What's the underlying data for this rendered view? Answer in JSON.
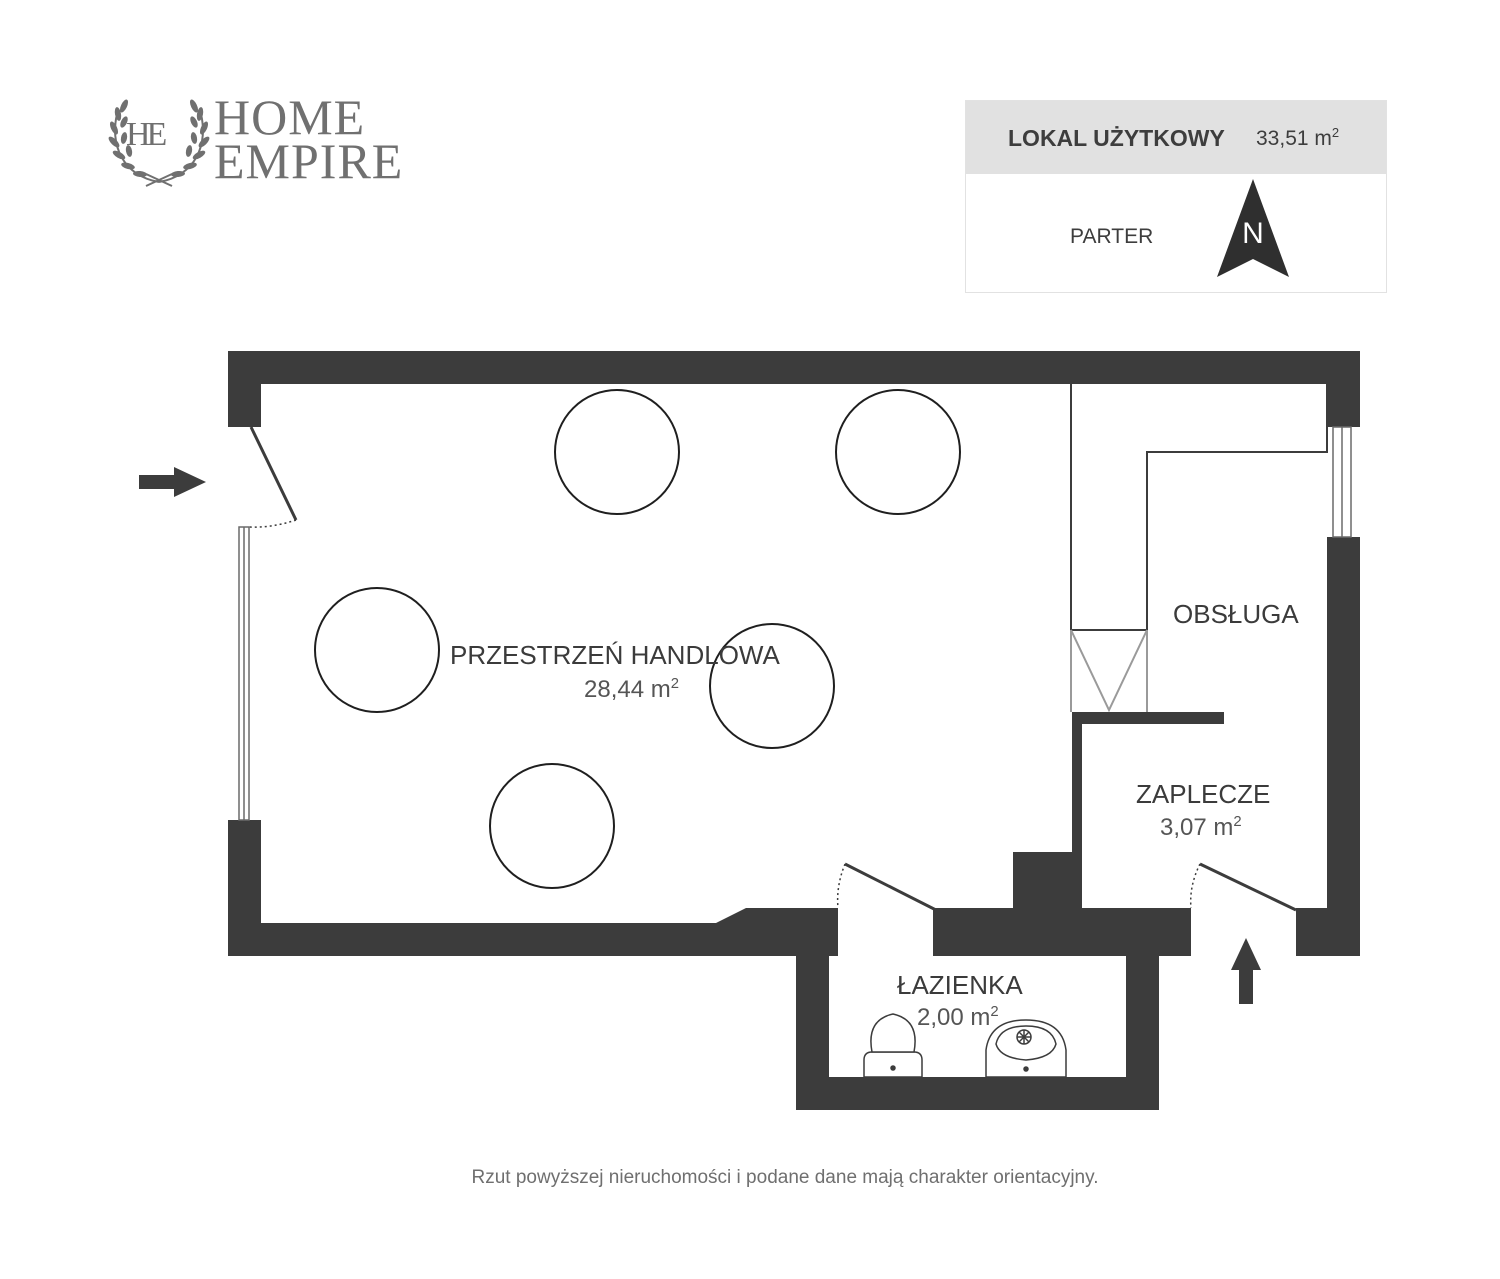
{
  "logo": {
    "monogram": "HE",
    "line1": "HOME",
    "line2": "EMPIRE"
  },
  "unit": {
    "type_label": "LOKAL UŻYTKOWY",
    "area_value": "33,51 m",
    "area_unit_exp": "2",
    "floor": "PARTER",
    "north_label": "N"
  },
  "rooms": {
    "sales": {
      "name": "PRZESTRZEŃ HANDLOWA",
      "area_value": "28,44 m",
      "area_exp": "2"
    },
    "service": {
      "name": "OBSŁUGA"
    },
    "backroom": {
      "name": "ZAPLECZE",
      "area_value": "3,07 m",
      "area_exp": "2"
    },
    "bathroom": {
      "name": "ŁAZIENKA",
      "area_value": "2,00 m",
      "area_exp": "2"
    }
  },
  "colors": {
    "wall": "#3c3c3c",
    "header_bg": "#e1e1e1",
    "logo": "#707070"
  },
  "footer": {
    "note": "Rzut powyższej nieruchomości i podane dane mają charakter orientacyjny."
  }
}
